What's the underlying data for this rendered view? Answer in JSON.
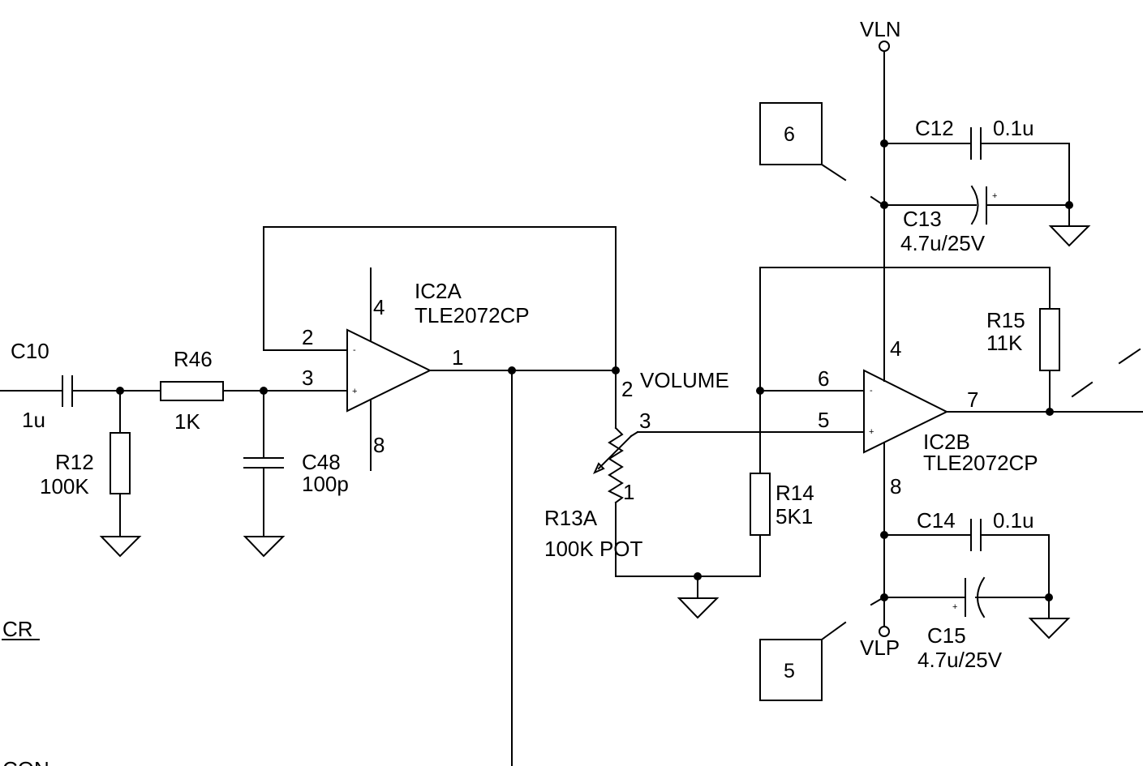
{
  "net_labels": {
    "vln": "VLN",
    "vlp": "VLP",
    "volume": "VOLUME",
    "cr": "CR",
    "partial": "CON"
  },
  "callouts": {
    "box_6": "6",
    "box_5": "5"
  },
  "components": {
    "c10": {
      "ref": "C10",
      "value": "1u"
    },
    "r46": {
      "ref": "R46",
      "value": "1K"
    },
    "r12": {
      "ref": "R12",
      "value": "100K"
    },
    "c48": {
      "ref": "C48",
      "value": "100p"
    },
    "ic2a": {
      "ref": "IC2A",
      "part": "TLE2072CP"
    },
    "ic2b": {
      "ref": "IC2B",
      "part": "TLE2072CP"
    },
    "r13a": {
      "ref": "R13A",
      "value": "100K POT"
    },
    "r14": {
      "ref": "R14",
      "value": "5K1"
    },
    "r15": {
      "ref": "R15",
      "value": "11K"
    },
    "c12": {
      "ref": "C12",
      "value": "0.1u"
    },
    "c13": {
      "ref": "C13",
      "value": "4.7u/25V"
    },
    "c14": {
      "ref": "C14",
      "value": "0.1u"
    },
    "c15": {
      "ref": "C15",
      "value": "4.7u/25V"
    }
  },
  "pins": {
    "ic2a": {
      "inv": "2",
      "noninv": "3",
      "out": "1",
      "vpos": "4",
      "vneg": "8",
      "inv_sign": "-",
      "noninv_sign": "+"
    },
    "ic2b": {
      "inv": "6",
      "noninv": "5",
      "out": "7",
      "vpos": "4",
      "vneg": "8",
      "inv_sign": "-",
      "noninv_sign": "+"
    },
    "r13a": {
      "p1": "1",
      "p2": "2",
      "p3": "3"
    },
    "cap_plus": "+"
  }
}
